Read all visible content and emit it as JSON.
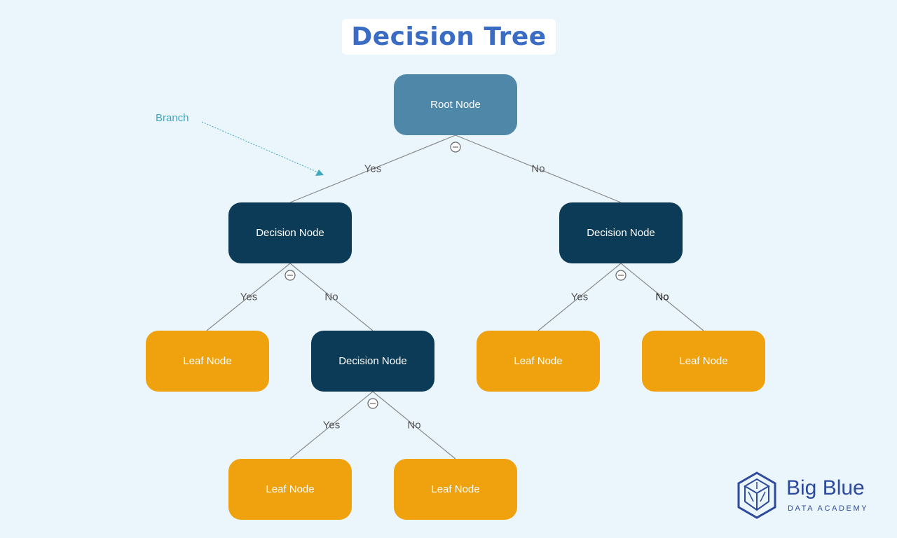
{
  "title": "Decision Tree",
  "branch_annotation": "Branch",
  "nodes": {
    "root": "Root Node",
    "decision_left": "Decision Node",
    "decision_right": "Decision Node",
    "decision_lower": "Decision Node",
    "leaf_1": "Leaf Node",
    "leaf_2": "Leaf Node",
    "leaf_3": "Leaf Node",
    "leaf_4": "Leaf Node",
    "leaf_5": "Leaf Node"
  },
  "edges": {
    "root_yes": "Yes",
    "root_no": "No",
    "left_yes": "Yes",
    "left_no": "No",
    "right_yes": "Yes",
    "right_no": "No",
    "lower_yes": "Yes",
    "lower_no": "No"
  },
  "logo": {
    "name": "Big Blue",
    "subtitle": "DATA ACADEMY"
  },
  "colors": {
    "background": "#eaf5fc",
    "title": "#3b6cc4",
    "root_node": "#4f87a8",
    "decision_node": "#0c3b57",
    "leaf_node": "#f0a10e",
    "branch_annotation": "#3fa9c0",
    "logo": "#2e4a9c"
  }
}
